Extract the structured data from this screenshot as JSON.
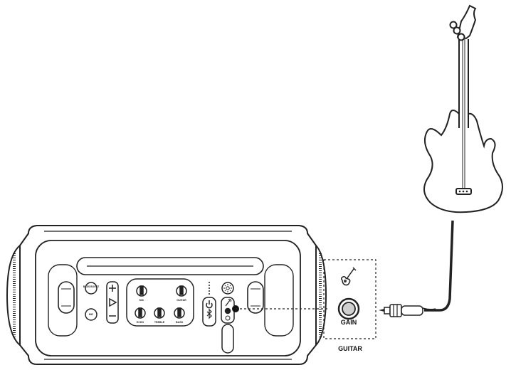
{
  "speaker": {
    "bass_button": "BASS BOOST",
    "knob_labels": {
      "mic": "MIC",
      "guitar": "GUITAR",
      "echo": "ECHO",
      "treble": "TREBLE",
      "bass": "BASS"
    }
  },
  "callout": {
    "gain_label": "GAIN",
    "caption": "GUITAR"
  },
  "icons": {
    "guitar": "guitar-icon",
    "microphone": "microphone-icon",
    "power": "power-icon",
    "bluetooth": "bluetooth-icon",
    "light": "light-icon",
    "play": "play-icon"
  },
  "colors": {
    "line": "#222222",
    "background": "#ffffff",
    "jack_fill": "#cfcfcf"
  }
}
